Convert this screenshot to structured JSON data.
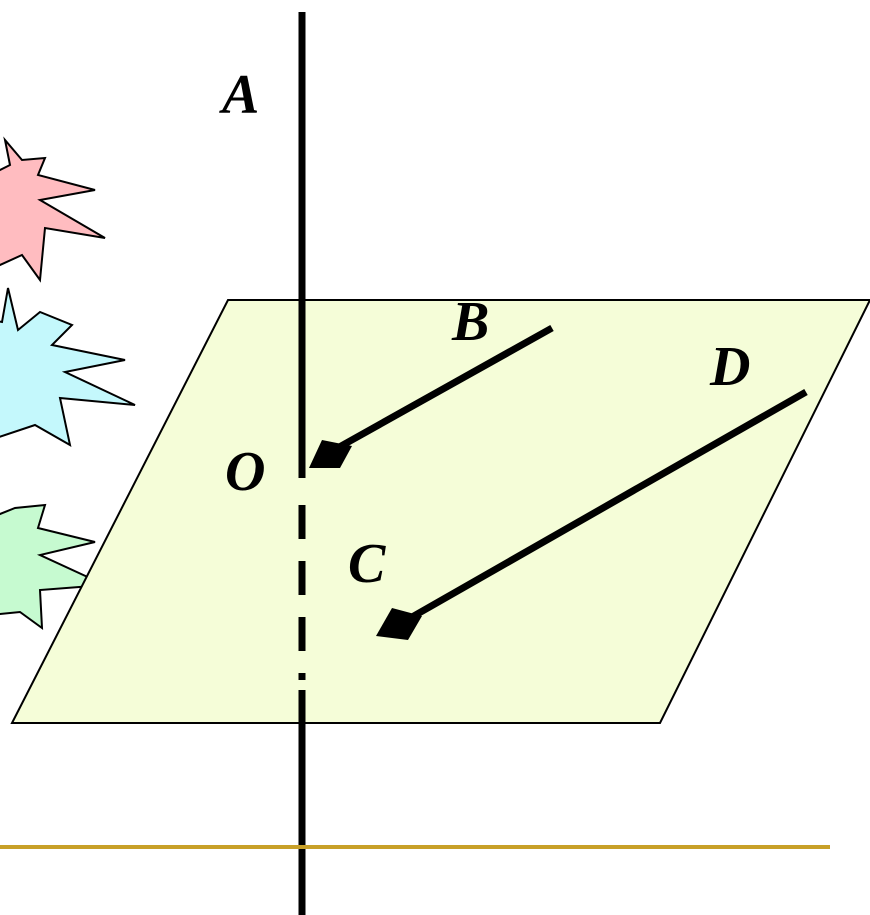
{
  "figure": {
    "labels": {
      "A": "A",
      "B": "B",
      "C": "C",
      "D": "D",
      "O": "O"
    },
    "colors": {
      "plane_fill": "#f5fdd8",
      "plane_stroke": "#000000",
      "line": "#000000",
      "underline": "#c8a028",
      "star_pink": "#ffbcc0",
      "star_cyan": "#c4f8fc",
      "star_green": "#c6fad0"
    },
    "icons": [
      "burst-pink",
      "burst-cyan",
      "burst-green"
    ]
  }
}
